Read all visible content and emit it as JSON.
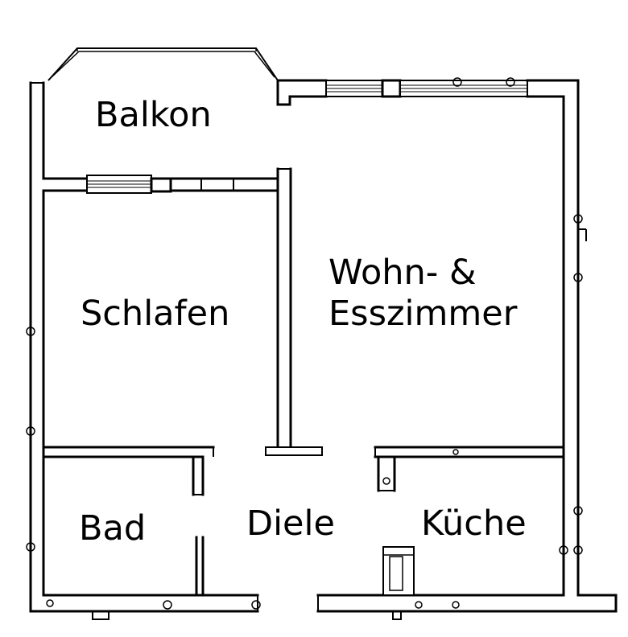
{
  "rooms": {
    "balkon": "Balkon",
    "schlafen": "Schlafen",
    "wohn_line1": "Wohn- &",
    "wohn_line2": "Esszimmer",
    "bad": "Bad",
    "diele": "Diele",
    "kueche": "Küche"
  },
  "colors": {
    "ink": "#000000",
    "paper": "#ffffff"
  }
}
